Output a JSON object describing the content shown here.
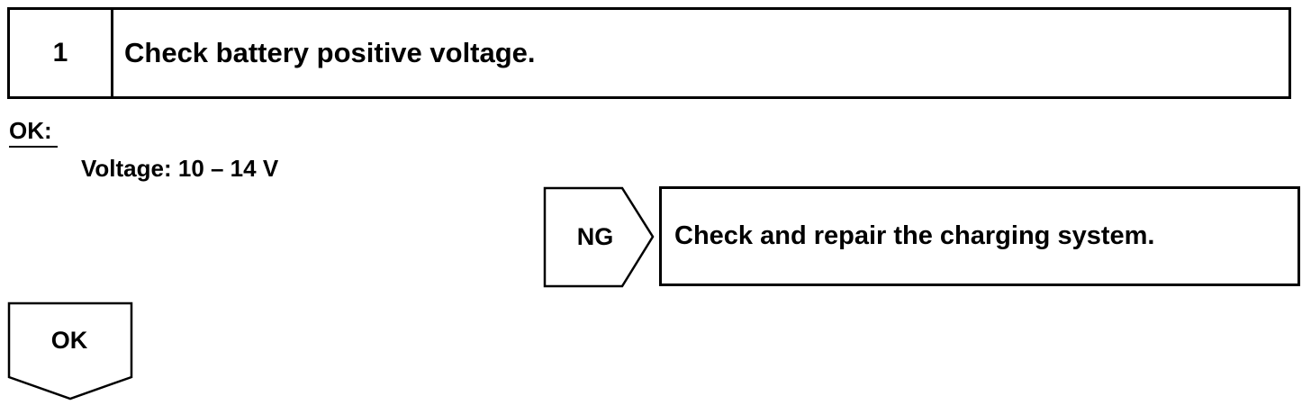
{
  "step": {
    "number": "1",
    "title": "Check battery positive voltage."
  },
  "ok_spec": {
    "label": "OK:",
    "value": "Voltage: 10 – 14 V"
  },
  "ng_branch": {
    "label": "NG",
    "action": "Check and repair the charging system."
  },
  "ok_branch": {
    "label": "OK"
  }
}
